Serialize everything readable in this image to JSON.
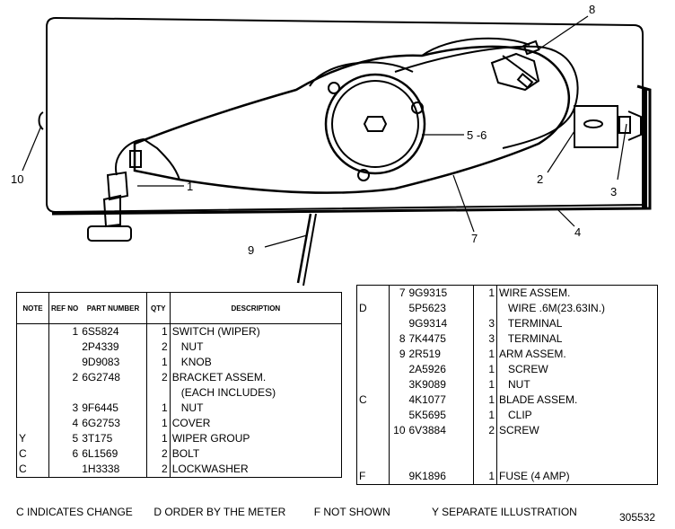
{
  "callouts": [
    "1",
    "2",
    "3",
    "4",
    "5 -6",
    "7",
    "8",
    "9",
    "10"
  ],
  "left_table": {
    "headers": {
      "note": "NOTE",
      "ref": "REF NO",
      "part": "PART NUMBER",
      "qty": "QTY",
      "desc": "DESCRIPTION"
    },
    "rows": [
      {
        "note": "",
        "ref": "1",
        "part": "6S5824",
        "qty": "1",
        "desc": "SWITCH (WIPER)"
      },
      {
        "note": "",
        "ref": "",
        "part": "2P4339",
        "qty": "2",
        "desc": "   NUT"
      },
      {
        "note": "",
        "ref": "",
        "part": "9D9083",
        "qty": "1",
        "desc": "   KNOB"
      },
      {
        "note": "",
        "ref": "2",
        "part": "6G2748",
        "qty": "2",
        "desc": "BRACKET ASSEM."
      },
      {
        "note": "",
        "ref": "",
        "part": "",
        "qty": "",
        "desc": "   (EACH INCLUDES)"
      },
      {
        "note": "",
        "ref": "3",
        "part": "9F6445",
        "qty": "1",
        "desc": "   NUT"
      },
      {
        "note": "",
        "ref": "4",
        "part": "6G2753",
        "qty": "1",
        "desc": "COVER"
      },
      {
        "note": "Y",
        "ref": "5",
        "part": "3T175",
        "qty": "1",
        "desc": "WIPER GROUP"
      },
      {
        "note": "C",
        "ref": "6",
        "part": "6L1569",
        "qty": "2",
        "desc": "BOLT"
      },
      {
        "note": "C",
        "ref": "",
        "part": "1H3338",
        "qty": "2",
        "desc": "LOCKWASHER"
      }
    ]
  },
  "right_table": {
    "rows": [
      {
        "note": "",
        "ref": "7",
        "part": "9G9315",
        "qty": "1",
        "desc": "WIRE ASSEM."
      },
      {
        "note": "D",
        "ref": "",
        "part": "5P5623",
        "qty": "",
        "desc": "   WIRE .6M(23.63IN.)"
      },
      {
        "note": "",
        "ref": "",
        "part": "9G9314",
        "qty": "3",
        "desc": "   TERMINAL"
      },
      {
        "note": "",
        "ref": "8",
        "part": "7K4475",
        "qty": "3",
        "desc": "   TERMINAL"
      },
      {
        "note": "",
        "ref": "9",
        "part": "2R519",
        "qty": "1",
        "desc": "ARM ASSEM."
      },
      {
        "note": "",
        "ref": "",
        "part": "2A5926",
        "qty": "1",
        "desc": "   SCREW"
      },
      {
        "note": "",
        "ref": "",
        "part": "3K9089",
        "qty": "1",
        "desc": "   NUT"
      },
      {
        "note": "C",
        "ref": "",
        "part": "4K1077",
        "qty": "1",
        "desc": "BLADE ASSEM."
      },
      {
        "note": "",
        "ref": "",
        "part": "5K5695",
        "qty": "1",
        "desc": "   CLIP"
      },
      {
        "note": "",
        "ref": "10",
        "part": "6V3884",
        "qty": "2",
        "desc": "SCREW"
      },
      {
        "note": "",
        "ref": "",
        "part": "",
        "qty": "",
        "desc": ""
      },
      {
        "note": "",
        "ref": "",
        "part": "",
        "qty": "",
        "desc": ""
      },
      {
        "note": "F",
        "ref": "",
        "part": "9K1896",
        "qty": "1",
        "desc": "FUSE (4 AMP)"
      }
    ]
  },
  "legend": {
    "c": "C   INDICATES CHANGE",
    "d": "D   ORDER BY THE METER",
    "f": "F   NOT SHOWN",
    "y": "Y   SEPARATE ILLUSTRATION"
  },
  "doc_number": "305532"
}
